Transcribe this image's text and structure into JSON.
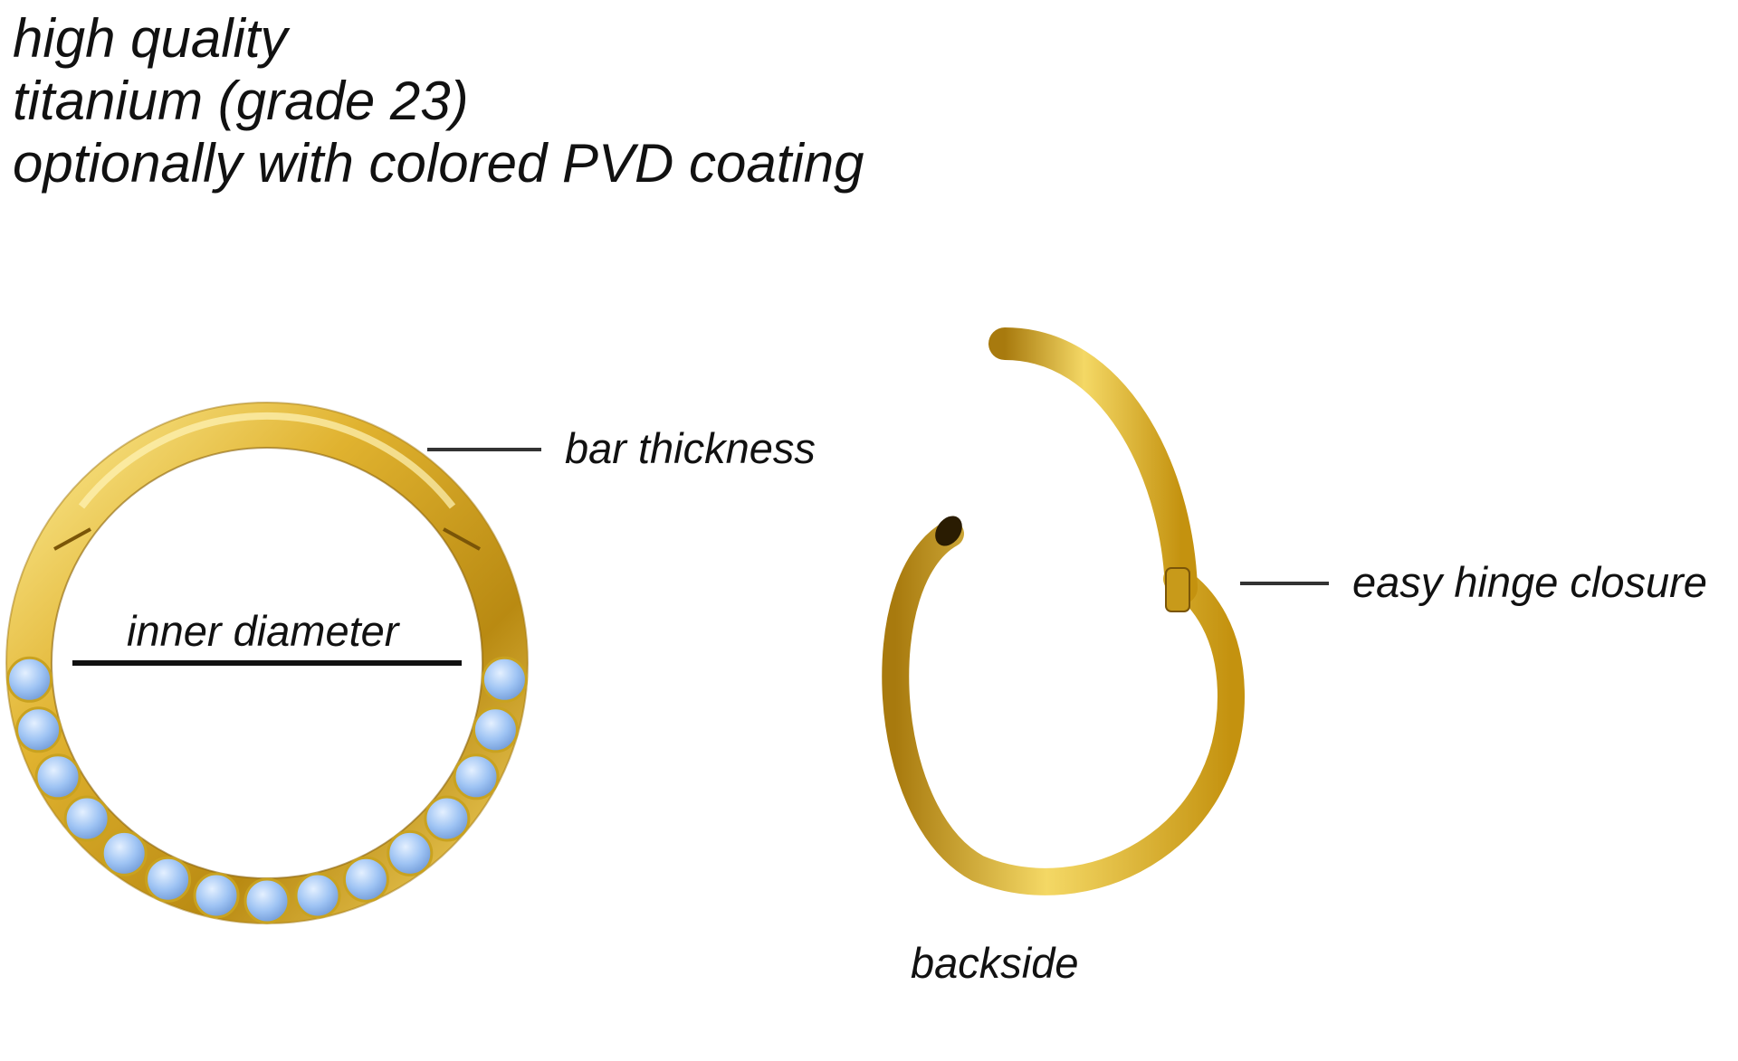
{
  "features": [
    "high quality",
    "titanium (grade 23)",
    "optionally with colored PVD coating"
  ],
  "labels": {
    "bar_thickness": "bar thickness",
    "inner_diameter": "inner diameter",
    "easy_hinge_closure": "easy hinge closure",
    "backside": "backside"
  },
  "colors": {
    "gold": "#d9a826",
    "gold_light": "#f6dd7a",
    "gold_dark": "#9a6f0c",
    "opal": "#8fb8f0",
    "opal_light": "#d6e8ff",
    "leader_line": "#333333"
  },
  "gems": {
    "count": 15
  }
}
